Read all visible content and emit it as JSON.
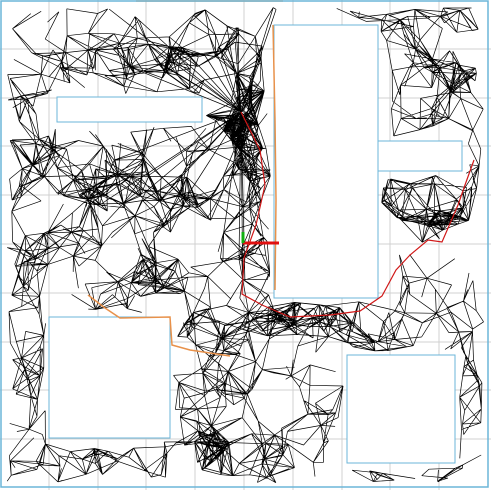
{
  "scene": {
    "background_color": "#ffffff",
    "grid_color": "#d0d0d0",
    "boundary_color": "#6bb6d8",
    "obstacle_color": "#6bb6d8",
    "roadmap_color": "#000000",
    "start_tree_color": "#e8914a",
    "path_color": "#d01818",
    "axis_x_color": "#e01010",
    "axis_y_color": "#10b010",
    "obstacles": [
      "room-top-center",
      "room-bottom-left",
      "room-bottom-right",
      "bar-upper-left",
      "bar-right"
    ],
    "roadmap_edge_count": 2600
  }
}
